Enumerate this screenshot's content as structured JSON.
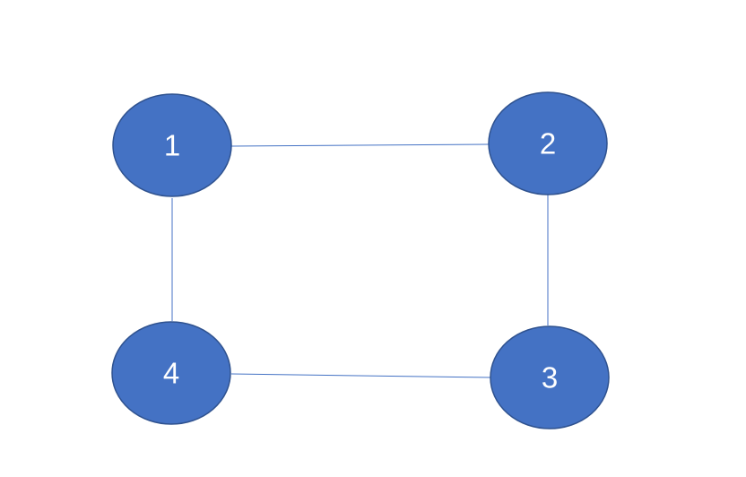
{
  "colors": {
    "node_fill": "#4472C4",
    "node_stroke": "#2F528F",
    "edge": "#4472C4",
    "label": "#FFFFFF",
    "background": "#FFFFFF"
  },
  "nodes": [
    {
      "id": "1",
      "label": "1"
    },
    {
      "id": "2",
      "label": "2"
    },
    {
      "id": "3",
      "label": "3"
    },
    {
      "id": "4",
      "label": "4"
    }
  ],
  "edges": [
    {
      "from": "1",
      "to": "2"
    },
    {
      "from": "2",
      "to": "3"
    },
    {
      "from": "3",
      "to": "4"
    },
    {
      "from": "4",
      "to": "1"
    }
  ]
}
